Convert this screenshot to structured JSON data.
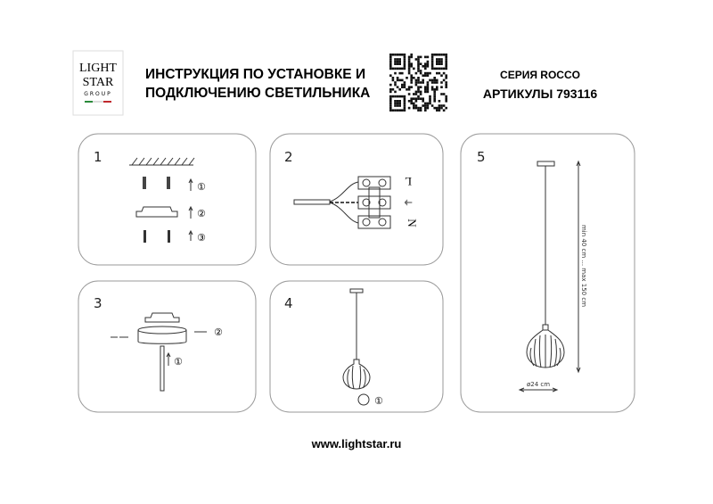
{
  "header": {
    "logo": {
      "line1": "LIGHT",
      "line2": "STAR",
      "line3": "GROUP"
    },
    "title_line1": "ИНСТРУКЦИЯ ПО УСТАНОВКЕ И",
    "title_line2": "ПОДКЛЮЧЕНИЮ СВЕТИЛЬНИКА",
    "series": "СЕРИЯ ROCCO",
    "articles": "АРТИКУЛЫ 793116"
  },
  "panels": [
    {
      "number": "1",
      "steps": [
        "①",
        "②",
        "③"
      ]
    },
    {
      "number": "2",
      "labels": {
        "live": "L",
        "earth": "⏚",
        "neutral": "N"
      }
    },
    {
      "number": "3",
      "steps": [
        "①",
        "②"
      ]
    },
    {
      "number": "4",
      "steps": [
        "①"
      ]
    },
    {
      "number": "5",
      "diameter": "ø24 cm",
      "height": "min 40 cm ... max 150 cm"
    }
  ],
  "footer": {
    "website": "www.lightstar.ru"
  }
}
